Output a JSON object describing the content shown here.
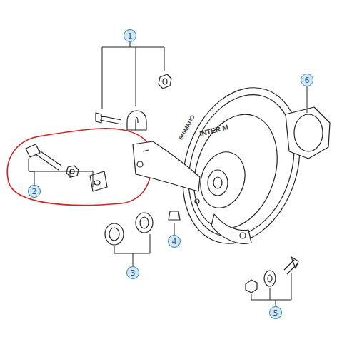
{
  "diagram": {
    "nodes": [
      {
        "text": [
          "1"
        ]
      },
      {
        "text": [
          "2"
        ]
      },
      {
        "text": [
          "3"
        ]
      },
      {
        "text": [
          "4"
        ]
      },
      {
        "text": [
          "5"
        ]
      },
      {
        "text": [
          "6"
        ]
      }
    ],
    "labels": [
      "SHIMANO",
      "INTER M"
    ]
  }
}
